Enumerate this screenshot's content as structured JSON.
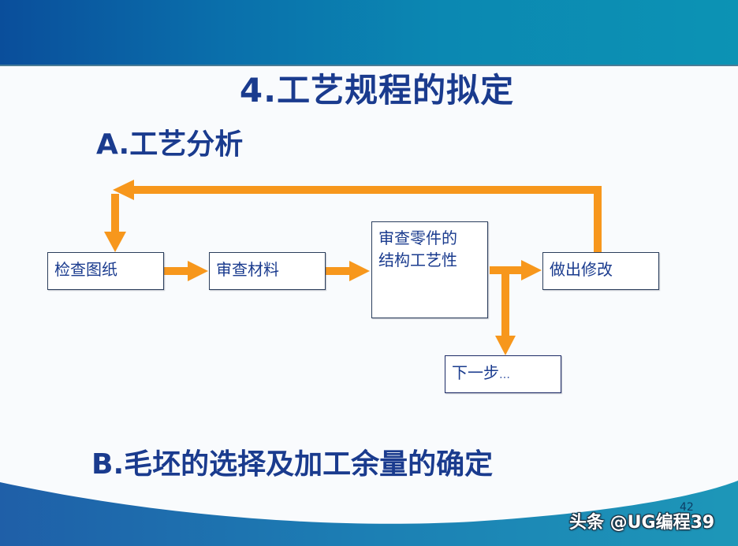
{
  "slide": {
    "title": "4.工艺规程的拟定",
    "section_a": "A.工艺分析",
    "section_b": "B.毛坯的选择及加工余量的确定",
    "page_number": "42",
    "watermark": "头条 @UG编程39"
  },
  "flowchart": {
    "nodes": [
      {
        "id": "check-drawing",
        "label": "检查图纸"
      },
      {
        "id": "review-material",
        "label": "审查材料"
      },
      {
        "id": "review-structure",
        "label_line1": "审查零件的",
        "label_line2": "结构工艺性"
      },
      {
        "id": "make-changes",
        "label": "做出修改"
      },
      {
        "id": "next-step",
        "label": "下一步",
        "suffix": "…"
      }
    ],
    "edges": [
      {
        "from": "check-drawing",
        "to": "review-material"
      },
      {
        "from": "review-material",
        "to": "review-structure"
      },
      {
        "from": "review-structure",
        "to": "make-changes"
      },
      {
        "from": "review-structure",
        "to": "next-step"
      },
      {
        "from": "make-changes",
        "to": "check-drawing",
        "type": "feedback-loop"
      }
    ]
  },
  "colors": {
    "header_gradient_start": "#0a4e9b",
    "header_gradient_end": "#0c93b4",
    "text_navy": "#1a3b8e",
    "arrow_orange": "#f7971c",
    "node_border": "#2b3e5c",
    "background": "#f9fbfd"
  }
}
